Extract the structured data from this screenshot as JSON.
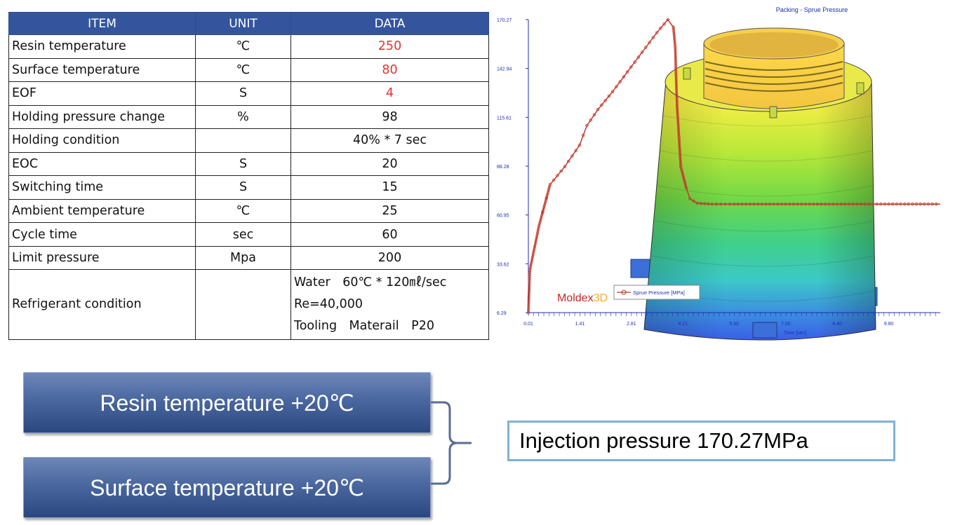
{
  "table": {
    "headers": [
      "ITEM",
      "UNIT",
      "DATA"
    ],
    "rows": [
      {
        "item": "Resin temperature",
        "unit": "℃",
        "data": "250"
      },
      {
        "item": "Surface temperature",
        "unit": "℃",
        "data": "80"
      },
      {
        "item": "EOF",
        "unit": "S",
        "data": "4"
      },
      {
        "item": "Holding pressure change",
        "unit": "%",
        "data": "98"
      },
      {
        "item": "Holding condition",
        "unit": "",
        "data": "40% * 7 sec"
      },
      {
        "item": "EOC",
        "unit": "S",
        "data": "20"
      },
      {
        "item": "Switching time",
        "unit": "S",
        "data": "15"
      },
      {
        "item": "Ambient temperature",
        "unit": "℃",
        "data": "25"
      },
      {
        "item": "Cycle time",
        "unit": "sec",
        "data": "60"
      },
      {
        "item": "Limit pressure",
        "unit": "Mpa",
        "data": "200"
      }
    ],
    "refrigerant": {
      "item": "Refrigerant condition",
      "unit": "",
      "lines": [
        "Water　60℃ * 120㎖/sec",
        "Re=40,000",
        "Tooling　Materail　P20"
      ]
    },
    "highlight_color": "#e53131"
  },
  "chart_data": {
    "type": "line",
    "title": "Packing - Sprue Pressure",
    "xlabel": "Time [sec]",
    "ylabel": "",
    "x_ticks": [
      "0.01",
      "1.41",
      "2.81",
      "4.21",
      "5.60",
      "7.00",
      "8.40",
      "9.80"
    ],
    "y_ticks": [
      "170.27",
      "142.94",
      "115.61",
      "88.28",
      "60.95",
      "33.62",
      "6.29"
    ],
    "xlim": [
      0.01,
      11.2
    ],
    "ylim": [
      6.29,
      170.27
    ],
    "series": [
      {
        "name": "Sprue Pressure [MPa]",
        "color": "#c0392b",
        "x": [
          0.01,
          0.05,
          0.15,
          0.3,
          0.6,
          1.0,
          1.2,
          1.4,
          1.6,
          1.9,
          2.3,
          2.7,
          3.1,
          3.5,
          3.8,
          3.95,
          4.0,
          4.02,
          4.05,
          4.1,
          4.15,
          4.3,
          4.4,
          4.6,
          5.0,
          5.6,
          7.0,
          8.4,
          9.8,
          11.2
        ],
        "y": [
          6.29,
          30,
          40,
          55,
          78,
          88,
          94,
          100,
          111,
          120,
          130,
          141,
          152,
          163,
          170.27,
          166,
          155,
          140,
          122,
          105,
          88,
          76,
          70,
          67.5,
          67,
          67,
          67,
          67,
          67,
          67
        ]
      }
    ],
    "legend": "bottom-left",
    "grid": false
  },
  "brand": {
    "moldex": "Moldex",
    "three_d": "3D"
  },
  "conditions": {
    "resin": "Resin temperature +20℃",
    "surface": "Surface temperature +20℃"
  },
  "result": "Injection pressure  170.27MPa"
}
